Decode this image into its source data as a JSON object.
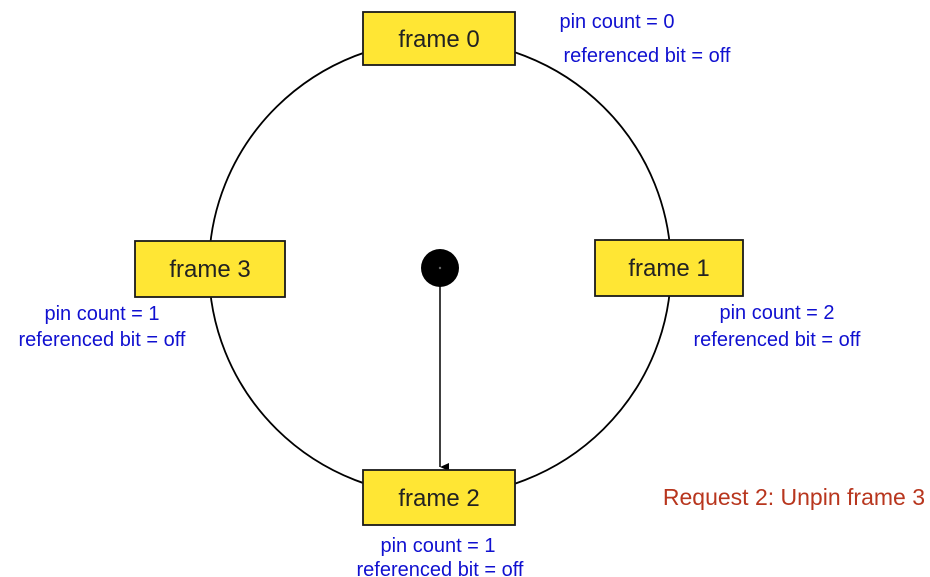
{
  "colors": {
    "frame_fill": "#ffe634",
    "frame_stroke": "#1a1a1a",
    "info_text": "#1010d0",
    "request_text": "#b8361e",
    "circle_stroke": "#000000"
  },
  "frames": [
    {
      "label": "frame 0",
      "pin": "pin count = 0",
      "ref": "referenced bit = off"
    },
    {
      "label": "frame 1",
      "pin": "pin count = 2",
      "ref": "referenced bit = off"
    },
    {
      "label": "frame 2",
      "pin": "pin count = 1",
      "ref": "referenced bit = off"
    },
    {
      "label": "frame 3",
      "pin": "pin count = 1",
      "ref": "referenced bit = off"
    }
  ],
  "clock_hand": {
    "points_to_frame": 2
  },
  "request": "Request 2: Unpin frame 3"
}
